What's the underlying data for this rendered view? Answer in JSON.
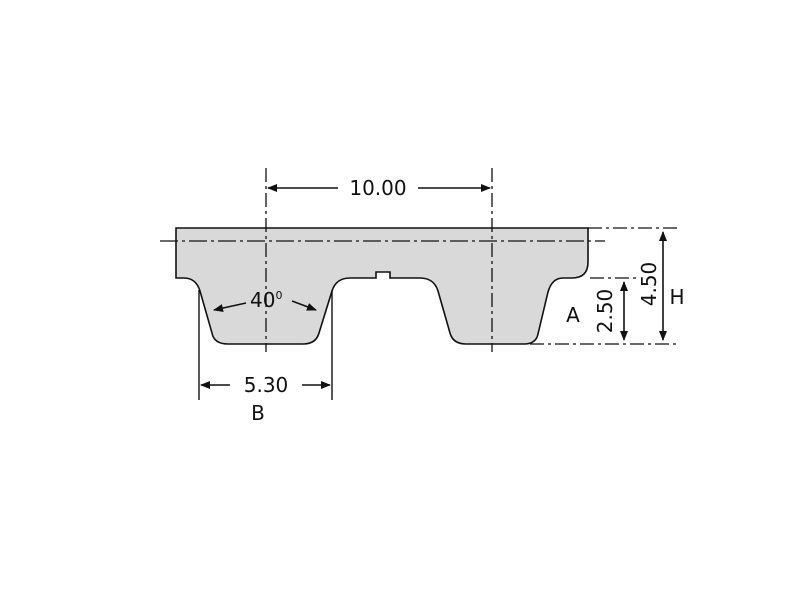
{
  "diagram": {
    "pitch": "10.00",
    "tooth_angle": "40",
    "tooth_angle_unit": "0",
    "tooth_width": "5.30",
    "tooth_height": "2.50",
    "total_height": "4.50",
    "label_a": "A",
    "label_b": "B",
    "label_h": "H",
    "colors": {
      "belt_fill": "#d9d9d9",
      "stroke": "#111111"
    }
  }
}
